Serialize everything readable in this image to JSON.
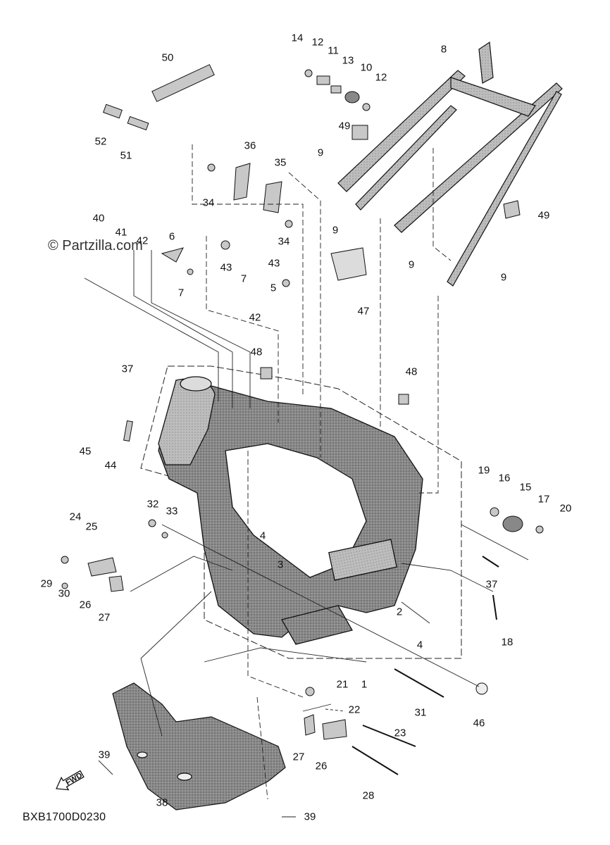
{
  "watermark": "© Partzilla.com",
  "diagram_code": "BXB1700D0230",
  "fwd_label": "FWD",
  "callouts": [
    {
      "id": "c14",
      "label": "14"
    },
    {
      "id": "c12a",
      "label": "12"
    },
    {
      "id": "c11",
      "label": "11"
    },
    {
      "id": "c13",
      "label": "13"
    },
    {
      "id": "c10",
      "label": "10"
    },
    {
      "id": "c12b",
      "label": "12"
    },
    {
      "id": "c8",
      "label": "8"
    },
    {
      "id": "c50",
      "label": "50"
    },
    {
      "id": "c52",
      "label": "52"
    },
    {
      "id": "c51",
      "label": "51"
    },
    {
      "id": "c49a",
      "label": "49"
    },
    {
      "id": "c36",
      "label": "36"
    },
    {
      "id": "c35",
      "label": "35"
    },
    {
      "id": "c9a",
      "label": "9"
    },
    {
      "id": "c34a",
      "label": "34"
    },
    {
      "id": "c9b",
      "label": "9"
    },
    {
      "id": "c49b",
      "label": "49"
    },
    {
      "id": "c40",
      "label": "40"
    },
    {
      "id": "c41",
      "label": "41"
    },
    {
      "id": "c42a",
      "label": "42"
    },
    {
      "id": "c6",
      "label": "6"
    },
    {
      "id": "c34b",
      "label": "34"
    },
    {
      "id": "c9c",
      "label": "9"
    },
    {
      "id": "c43a",
      "label": "43"
    },
    {
      "id": "c7a",
      "label": "7"
    },
    {
      "id": "c43b",
      "label": "43"
    },
    {
      "id": "c9d",
      "label": "9"
    },
    {
      "id": "c7b",
      "label": "7"
    },
    {
      "id": "c5",
      "label": "5"
    },
    {
      "id": "c47",
      "label": "47"
    },
    {
      "id": "c42b",
      "label": "42"
    },
    {
      "id": "c48a",
      "label": "48"
    },
    {
      "id": "c37a",
      "label": "37"
    },
    {
      "id": "c48b",
      "label": "48"
    },
    {
      "id": "c45",
      "label": "45"
    },
    {
      "id": "c44",
      "label": "44"
    },
    {
      "id": "c19",
      "label": "19"
    },
    {
      "id": "c16",
      "label": "16"
    },
    {
      "id": "c15",
      "label": "15"
    },
    {
      "id": "c17",
      "label": "17"
    },
    {
      "id": "c20",
      "label": "20"
    },
    {
      "id": "c32",
      "label": "32"
    },
    {
      "id": "c33",
      "label": "33"
    },
    {
      "id": "c24",
      "label": "24"
    },
    {
      "id": "c25",
      "label": "25"
    },
    {
      "id": "c4a",
      "label": "4"
    },
    {
      "id": "c3",
      "label": "3"
    },
    {
      "id": "c37b",
      "label": "37"
    },
    {
      "id": "c29",
      "label": "29"
    },
    {
      "id": "c30",
      "label": "30"
    },
    {
      "id": "c26a",
      "label": "26"
    },
    {
      "id": "c27a",
      "label": "27"
    },
    {
      "id": "c2",
      "label": "2"
    },
    {
      "id": "c4b",
      "label": "4"
    },
    {
      "id": "c18",
      "label": "18"
    },
    {
      "id": "c1",
      "label": "1"
    },
    {
      "id": "c21",
      "label": "21"
    },
    {
      "id": "c31",
      "label": "31"
    },
    {
      "id": "c46",
      "label": "46"
    },
    {
      "id": "c22",
      "label": "22"
    },
    {
      "id": "c23",
      "label": "23"
    },
    {
      "id": "c27b",
      "label": "27"
    },
    {
      "id": "c26b",
      "label": "26"
    },
    {
      "id": "c39a",
      "label": "39"
    },
    {
      "id": "c28",
      "label": "28"
    },
    {
      "id": "c38",
      "label": "38"
    },
    {
      "id": "c39b",
      "label": "39"
    }
  ]
}
